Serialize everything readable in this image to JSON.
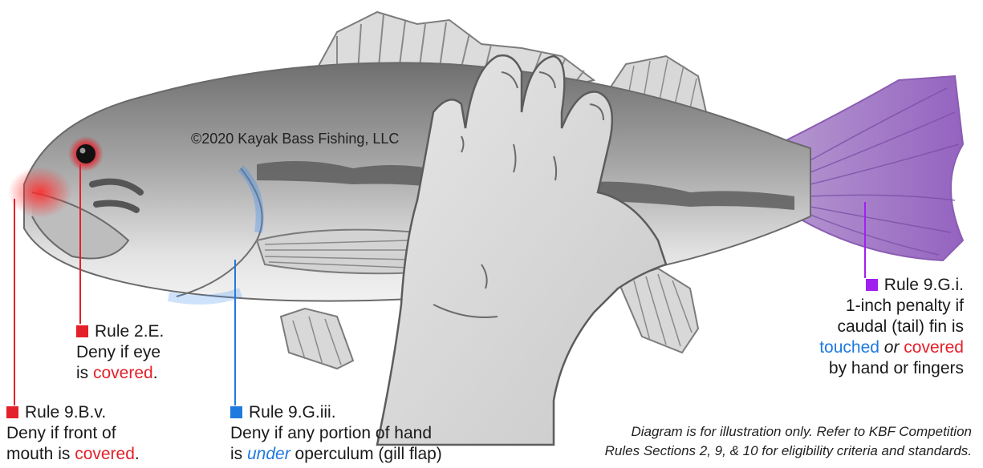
{
  "colors": {
    "rule_red": "#e4202a",
    "rule_blue": "#1f7ae0",
    "rule_purple": "#a020f0",
    "tail_purple": "#9b6cc4"
  },
  "copyright": "©2020 Kayak Bass Fishing, LLC",
  "annotations": {
    "rule_9bv": {
      "title": "Rule 9.B.v.",
      "line1": "Deny if front of",
      "line2_pre": "mouth is ",
      "line2_hl": "covered",
      "line2_post": "."
    },
    "rule_2e": {
      "title": "Rule 2.E.",
      "line1": "Deny if eye",
      "line2_pre": "is ",
      "line2_hl": "covered",
      "line2_post": "."
    },
    "rule_9giii": {
      "title": "Rule 9.G.iii.",
      "line1": "Deny if any portion of hand",
      "line2_pre": "is ",
      "line2_hl": "under",
      "line2_post": " operculum (gill flap)"
    },
    "rule_9gi": {
      "title": "Rule 9.G.i.",
      "line1": "1-inch penalty if",
      "line2": "caudal (tail) fin is",
      "line3_a": "touched",
      "line3_b": " or ",
      "line3_c": "covered",
      "line4": "by hand or fingers"
    }
  },
  "disclaimer": {
    "line1": "Diagram is for illustration only. Refer to KBF Competition",
    "line2": "Rules Sections 2, 9, & 10 for eligibility criteria and standards."
  }
}
